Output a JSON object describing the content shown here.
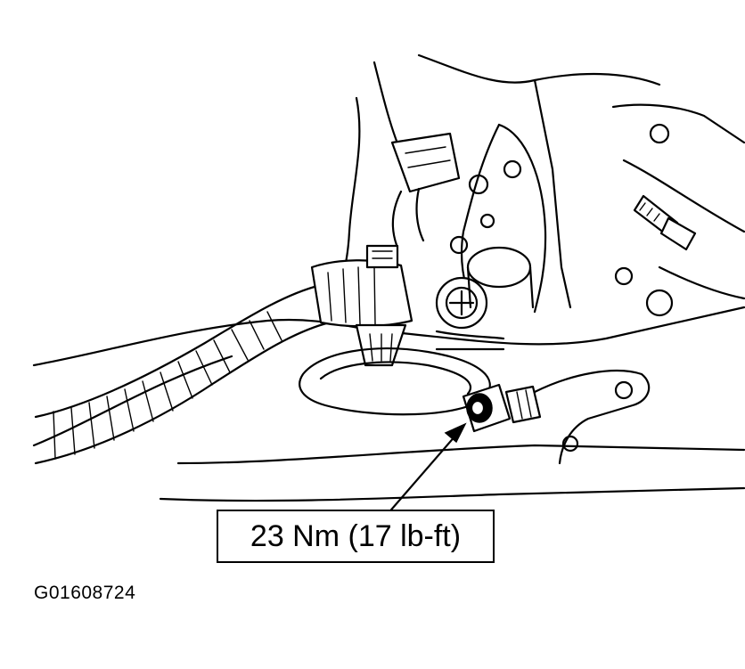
{
  "illustration": {
    "subject": "oil-pressure-sender-installation",
    "callout": {
      "torque_label": "23 Nm (17 lb-ft)"
    },
    "figure_id": "G01608724"
  }
}
